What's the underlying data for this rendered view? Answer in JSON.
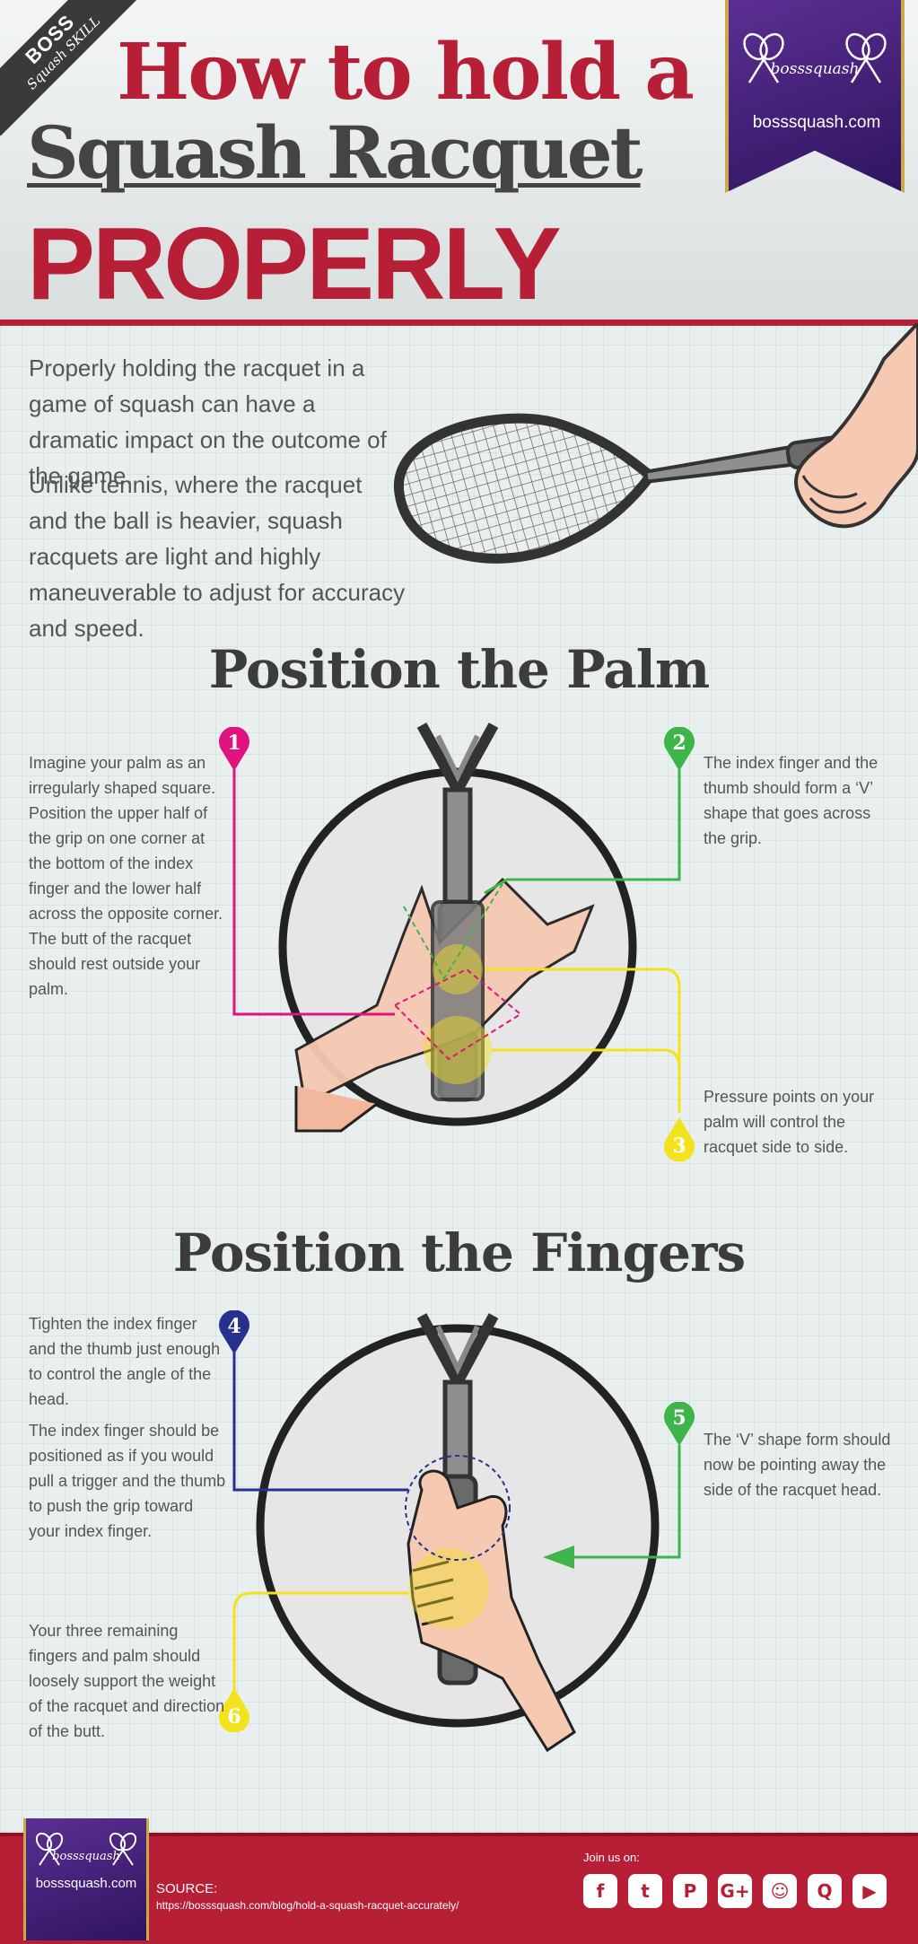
{
  "header": {
    "badge_brand": "BOSS",
    "badge_sub": "Squash SKILL",
    "title_line1": "How to hold a",
    "title_line2": "Squash Racquet",
    "title_line3": "PROPERLY",
    "banner_logo": "bosssquash",
    "banner_site": "bosssquash.com"
  },
  "intro": {
    "paragraph1": "Properly holding the racquet in a game of squash can have a dramatic impact on the outcome of the game.",
    "paragraph2": "Unlike tennis, where the racquet and the ball is heavier, squash racquets are light and highly maneuverable to adjust for accuracy and speed."
  },
  "palm_section": {
    "heading": "Position the Palm",
    "steps": [
      {
        "number": "1",
        "color": "#e0137f",
        "text": "Imagine your palm as an irregularly shaped square. Position the upper half of the grip on one corner at the bottom of the index finger and the lower half across the opposite corner. The butt of the racquet should rest outside your palm."
      },
      {
        "number": "2",
        "color": "#3db54a",
        "text": "The index finger and the thumb should form a ‘V’ shape that goes across the grip."
      },
      {
        "number": "3",
        "color": "#f2e31c",
        "text": "Pressure points on your palm will control the racquet side to side."
      }
    ]
  },
  "fingers_section": {
    "heading": "Position the Fingers",
    "steps": [
      {
        "number": "4",
        "color": "#26318f",
        "text_a": "Tighten the index finger and the thumb just enough to control the angle of the head.",
        "text_b": "The index finger should be positioned as if you would pull a trigger and the thumb to push the grip toward your index finger."
      },
      {
        "number": "5",
        "color": "#3db54a",
        "text": "The ‘V’ shape form should now be pointing away the side of the racquet head."
      },
      {
        "number": "6",
        "color": "#f2e31c",
        "text": "Your three remaining fingers and palm should loosely support the weight of the racquet and direction of the butt."
      }
    ]
  },
  "footer": {
    "logo": "bosssquash",
    "site": "bosssquash.com",
    "source_label": "SOURCE:",
    "source_url": "https://bosssquash.com/blog/hold-a-squash-racquet-accurately/",
    "join_label": "Join us on:",
    "social": [
      {
        "name": "facebook-icon",
        "glyph": "f"
      },
      {
        "name": "twitter-icon",
        "glyph": "t"
      },
      {
        "name": "pinterest-icon",
        "glyph": "P"
      },
      {
        "name": "google-plus-icon",
        "glyph": "G+"
      },
      {
        "name": "reddit-icon",
        "glyph": "☺"
      },
      {
        "name": "quora-icon",
        "glyph": "Q"
      },
      {
        "name": "youtube-icon",
        "glyph": "▶"
      }
    ]
  },
  "colors": {
    "brand_red": "#b61f35",
    "brand_purple": "#3f1f78",
    "step1_pink": "#e0137f",
    "step2_green": "#3db54a",
    "step3_yellow": "#f2e31c",
    "step4_blue": "#26318f"
  }
}
